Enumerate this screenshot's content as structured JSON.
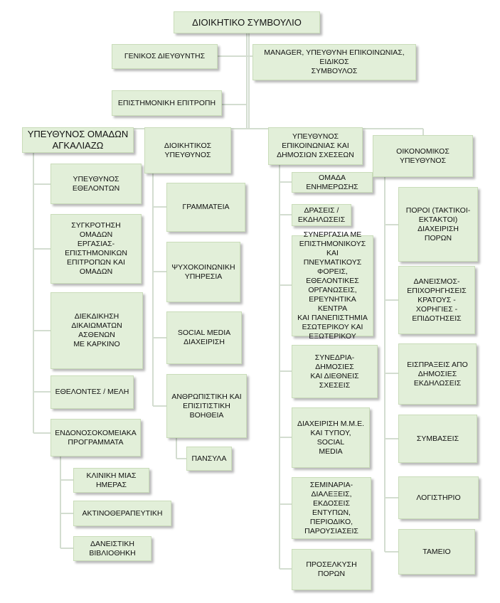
{
  "board": "ΔΙΟΙΚΗΤΙΚΟ ΣΥΜΒΟΥΛΙΟ",
  "general_director": "ΓΕΝΙΚΟΣ ΔΙΕΥΘΥΝΤΗΣ",
  "manager": "MANAGER, ΥΠΕΥΘΥΝΗ ΕΠΙΚΟΙΝΩΝΙΑΣ, ΕΙΔΙΚΟΣ\nΣΥΜΒΟΥΛΟΣ",
  "scientific_committee": "ΕΠΙΣΤΗΜΟΝΙΚΗ ΕΠΙΤΡΟΠΗ",
  "col1": {
    "head": "ΥΠΕΥΘΥΝΟΣ ΟΜΑΔΩΝ\nΑΓΚΑΛΙΑΖΩ",
    "items": [
      "ΥΠΕΥΘΥΝΟΣ\nΕΘΕΛΟΝΤΩΝ",
      "ΣΥΓΚΡΟΤΗΣΗ ΟΜΑΔΩΝ\nΕΡΓΑΣΙΑΣ-\nΕΠΙΣΤΗΜΟΝΙΚΩΝ\nΕΠΙΤΡΟΠΩΝ ΚΑΙ\nΟΜΑΔΩΝ",
      "ΔΙΕΚΔΙΚΗΣΗ\nΔΙΚΑΙΩΜΑΤΩΝ ΑΣΘΕΝΩΝ\nΜΕ ΚΑΡΚΙΝΟ",
      "ΕΘΕΛΟΝΤΕΣ / ΜΕΛΗ",
      "ΕΝΔΟΝΟΣΟΚΟΜΕΙΑΚΑ\nΠΡΟΓΡΑΜΜΑΤΑ"
    ],
    "sub": [
      "ΚΛΙΝΙΚΗ ΜΙΑΣ\nΗΜΕΡΑΣ",
      "ΑΚΤΙΝΟΘΕΡΑΠΕΥΤΙΚΗ",
      "ΔΑΝΕΙΣΤΙΚΗ\nΒΙΒΛΙΟΘΗΚΗ"
    ]
  },
  "col2": {
    "head": "ΔΙΟΙΚΗΤΙΚΟΣ\nΥΠΕΥΘΥΝΟΣ",
    "items": [
      "ΓΡΑΜΜΑΤΕΙΑ",
      "ΨΥΧΟΚΟΙΝΩΝΙΚΗ\nΥΠΗΡΕΣΙΑ",
      "SOCIAL MEDIA\nΔΙΑΧΕΙΡΙΣΗ",
      "ΑΝΘΡΩΠΙΣΤΙΚΗ ΚΑΙ\nΕΠΙΣΙΤΙΣΤΙΚΗ ΒΟΗΘΕΙΑ"
    ],
    "sub": [
      "ΠΑΝΣΥΛΑ"
    ]
  },
  "col3": {
    "head": "ΥΠΕΥΘΥΝΟΣ\nΕΠΙΚΟΙΝΩΝΙΑΣ ΚΑΙ\nΔΗΜΟΣΙΩΝ ΣΧΕΣΕΩΝ",
    "items": [
      "ΟΜΑΔΑ ΕΝΗΜΕΡΩΣΗΣ",
      "ΔΡΑΣΕΙΣ /\nΕΚΔΗΛΩΣΕΙΣ",
      "ΣΥΝΕΡΓΑΣΙΑ ΜΕ\nΕΠΙΣΤΗΜΟΝΙΚΟΥΣ ΚΑΙ\nΠΝΕΥΜΑΤΙΚΟΥΣ\nΦΟΡΕΙΣ,\nΕΘΕΛΟΝΤΙΚΕΣ\nΟΡΓΑΝΩΣΕΙΣ,\nΕΡΕΥΝΗΤΙΚΑ ΚΕΝΤΡΑ\nΚΑΙ ΠΑΝΕΠΙΣΤΗΜΙΑ\nΕΣΩΤΕΡΙΚΟΥ ΚΑΙ\nΕΞΩΤΕΡΙΚΟΥ",
      "ΣΥΝΕΔΡΙΑ-ΔΗΜΟΣΙΕΣ\nΚΑΙ ΔΙΕΘΝΕΙΣ ΣΧΕΣΕΙΣ",
      "ΔΙΑΧΕΙΡΙΣΗ Μ.Μ.Ε.\nΚΑΙ ΤΥΠΟΥ, SOCIAL\nMEDIA",
      "ΣΕΜΙΝΑΡΙΑ-\nΔΙΑΛΕΞΕΙΣ, ΕΚΔΟΣΕΙΣ\nΕΝΤΥΠΩΝ,\nΠΕΡΙΟΔΙΚΟ,\nΠΑΡΟΥΣΙΑΣΕΙΣ",
      "ΠΡΟΣΕΛΚΥΣΗ ΠΟΡΩΝ"
    ]
  },
  "col4": {
    "head": "ΟΙΚΟΝΟΜΙΚΟΣ ΥΠΕΥΘΥΝΟΣ",
    "items": [
      "ΠΟΡΟΙ (ΤΑΚΤΙΚΟΙ-\nΕΚΤΑΚΤΟΙ) ΔΙΑΧΕΙΡΙΣΗ\nΠΟΡΩΝ",
      "ΔΑΝΕΙΣΜΟΣ-\nΕΠΙΧΟΡΗΓΗΣΕΙΣ\nΚΡΑΤΟΥΣ - ΧΟΡΗΓΙΕΣ -\nΕΠΙΔΟΤΗΣΕΙΣ",
      "ΕΙΣΠΡΑΞΕΙΣ ΑΠΟ\nΔΗΜΟΣΙΕΣ\nΕΚΔΗΛΩΣΕΙΣ",
      "ΣΥΜΒΑΣΕΙΣ",
      "ΛΟΓΙΣΤΗΡΙΟ",
      "ΤΑΜΕΙΟ"
    ]
  }
}
